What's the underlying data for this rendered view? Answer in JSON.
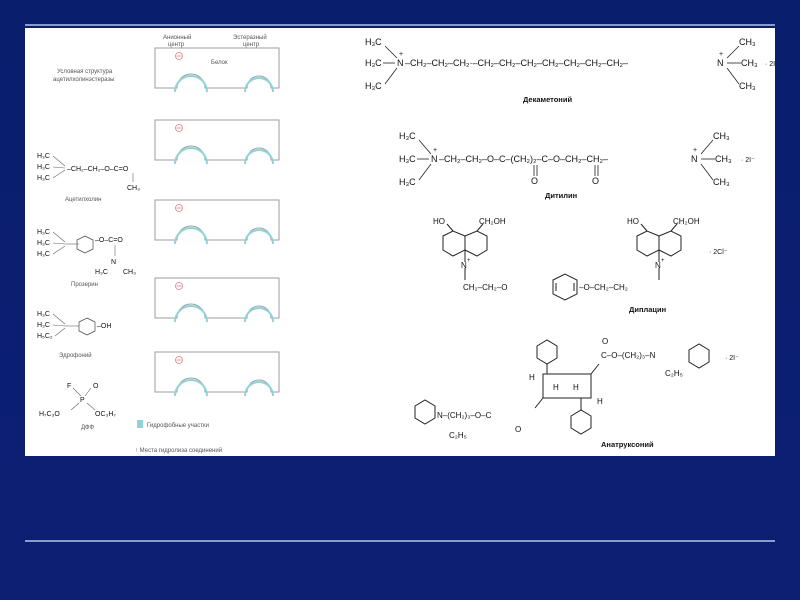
{
  "left_panel": {
    "header_anionic": "Анионный\nцентр",
    "header_esteratic": "Эстеразный\nцентр",
    "protein_label": "Белок",
    "structure_caption": "Условная структура\nацетилхолинэстеразы",
    "acetylcholine": "Ацетилхолин",
    "proserin": "Прозерин",
    "edrophonium": "Эдрофоний",
    "dfp": "ДФФ",
    "legend_hydrophobic": "Гидрофобные участки",
    "legend_hydrolysis": "↑ Места гидролиза соединений"
  },
  "right_panel": {
    "decamethonium": "Декаметоний",
    "dithylin": "Дитилин",
    "dilacin": "Диплацин",
    "anatruxonium": "Анатруксоний",
    "charge_2plus": "· 2I⁻",
    "charge_2cl": "· 2Cl⁻"
  },
  "colors": {
    "background": "#0a1e6e",
    "rule": "#8a9ccc",
    "enzyme_outline": "#9e9e9e",
    "hydrophobic": "#8fd3d8",
    "anionic_mark": "#e07a8a"
  }
}
